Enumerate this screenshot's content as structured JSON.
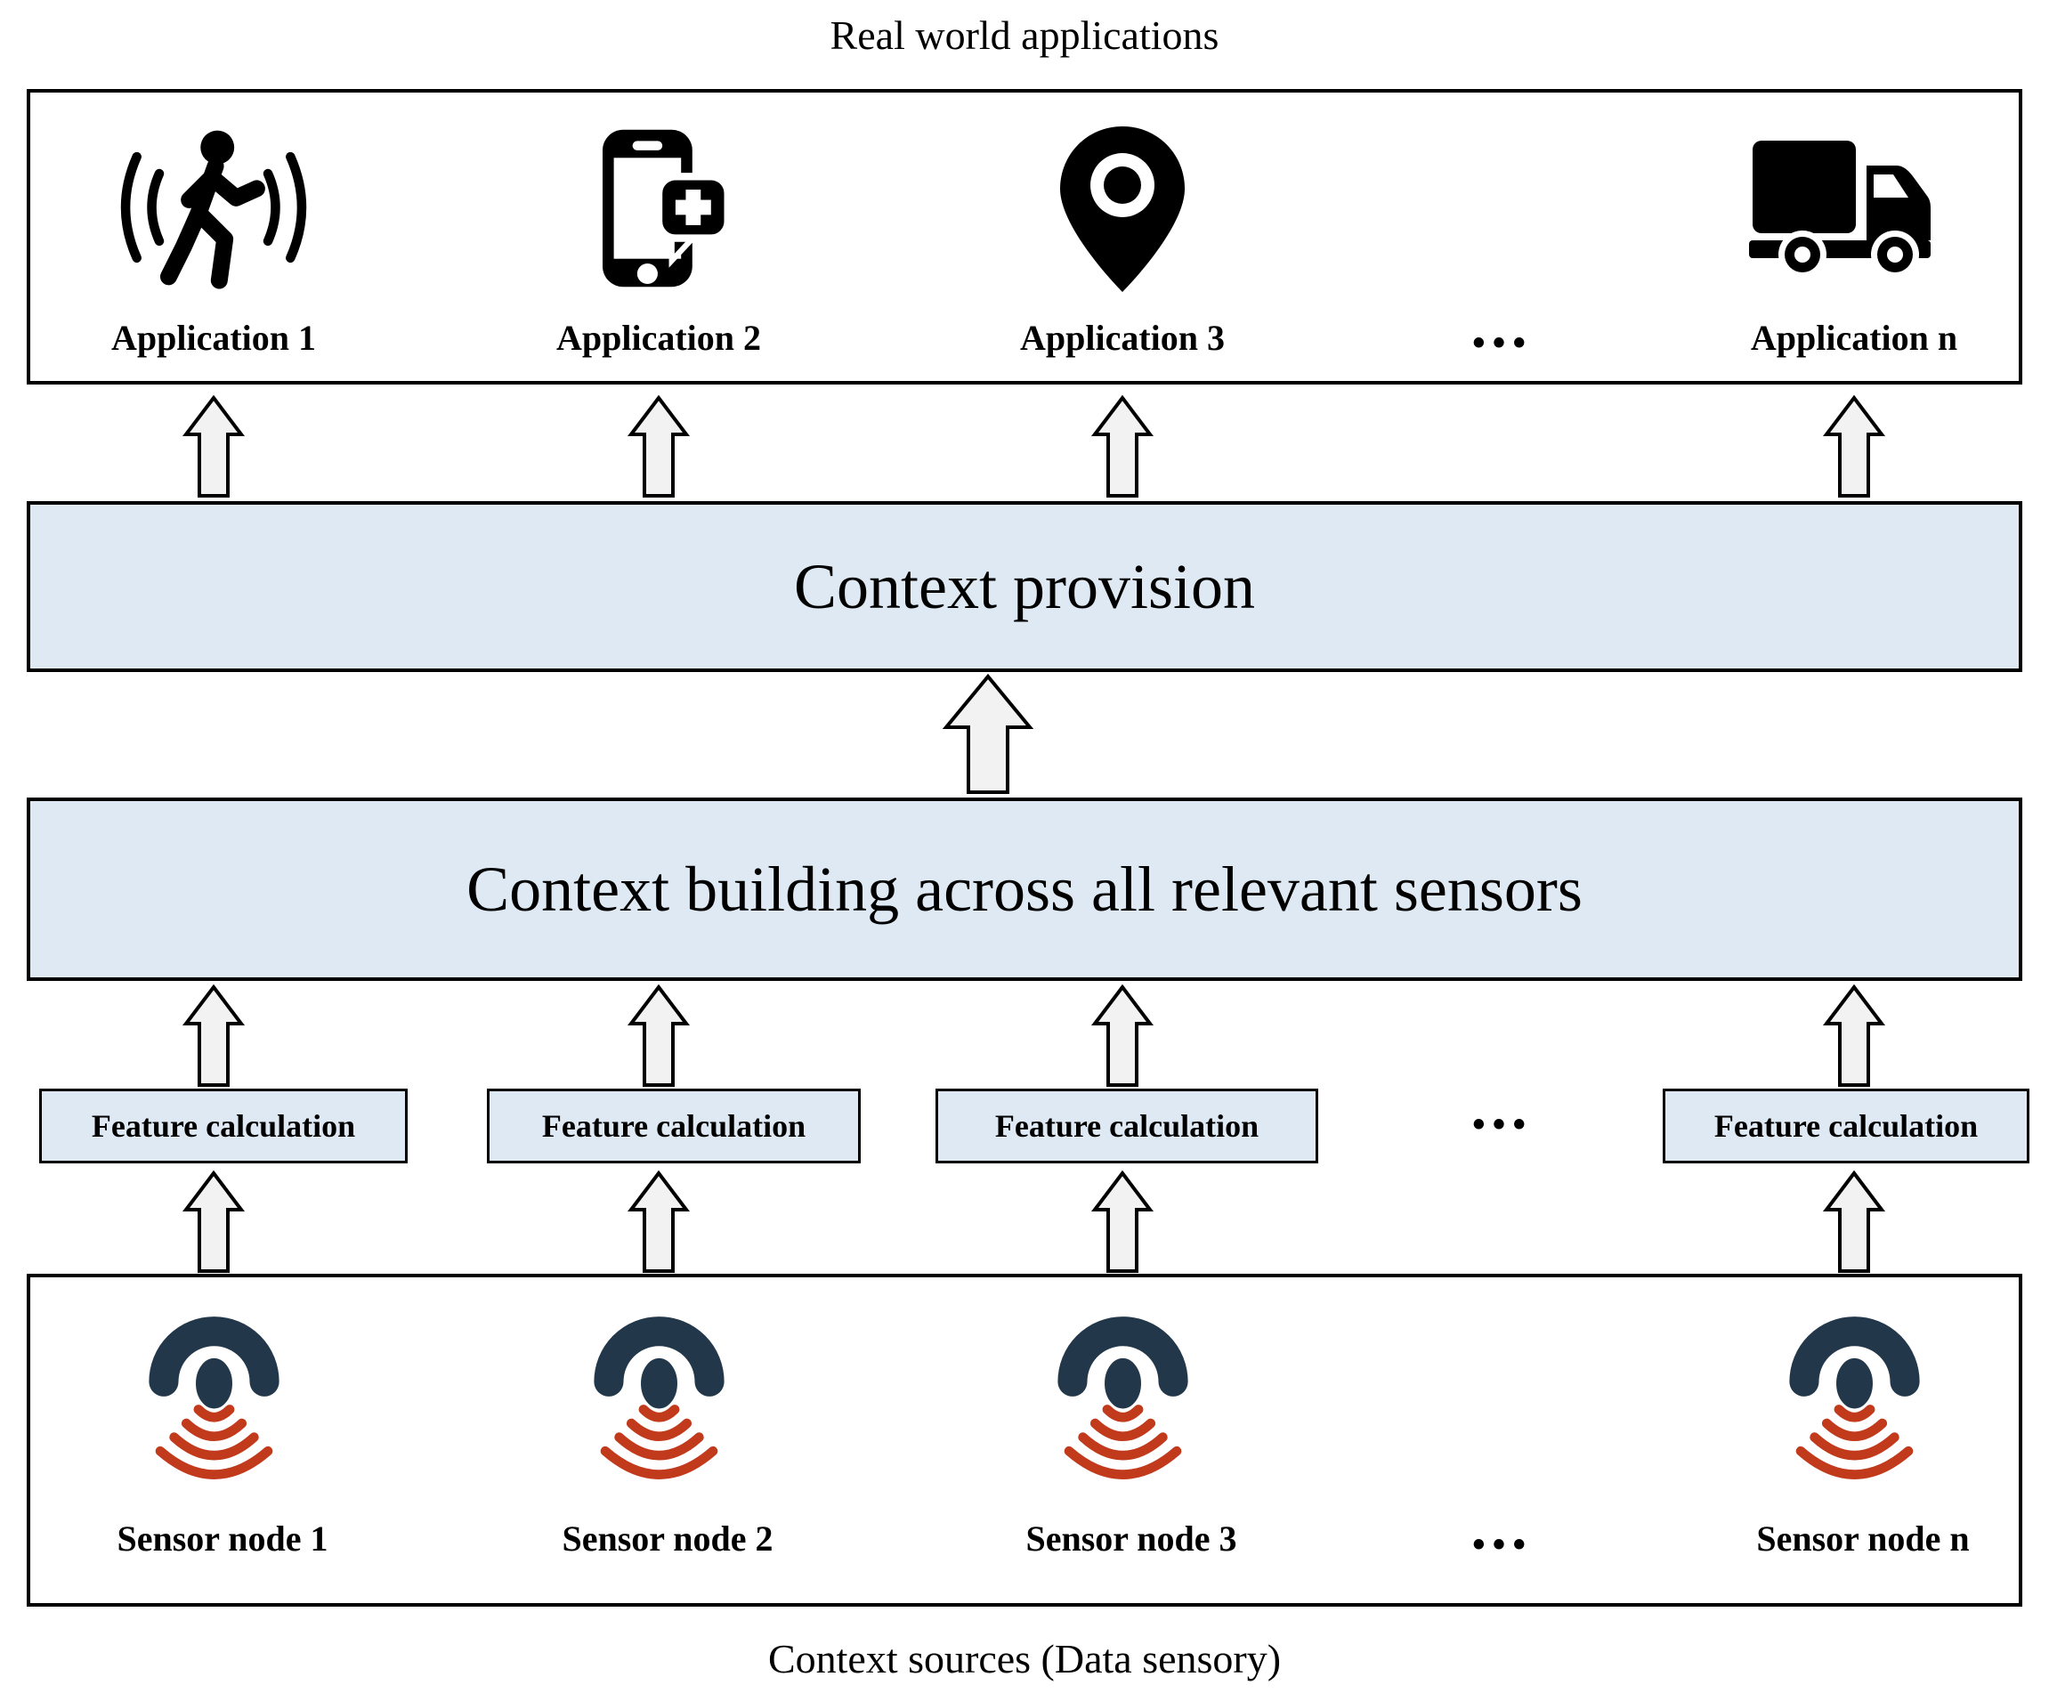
{
  "title": "Real world applications",
  "caption": "Context sources (Data sensory)",
  "ellipsis": "•••",
  "applications": [
    {
      "label": "Application 1",
      "icon": "motion-walking-icon"
    },
    {
      "label": "Application 2",
      "icon": "smartphone-plus-icon"
    },
    {
      "label": "Application 3",
      "icon": "location-pin-icon"
    },
    {
      "label": "Application n",
      "icon": "truck-icon"
    }
  ],
  "layers": {
    "context_provision": "Context provision",
    "context_building": "Context building across all relevant sensors",
    "feature_calculation": [
      "Feature calculation",
      "Feature calculation",
      "Feature calculation",
      "Feature calculation"
    ]
  },
  "sensors": [
    {
      "label": "Sensor node 1"
    },
    {
      "label": "Sensor node 2"
    },
    {
      "label": "Sensor node 3"
    },
    {
      "label": "Sensor node n"
    }
  ],
  "colors": {
    "layer_fill": "#dee9f4",
    "arrow_fill": "#f2f2f2",
    "sensor_body": "#22384a",
    "sensor_waves": "#c23a1c",
    "icon_black": "#000000"
  }
}
